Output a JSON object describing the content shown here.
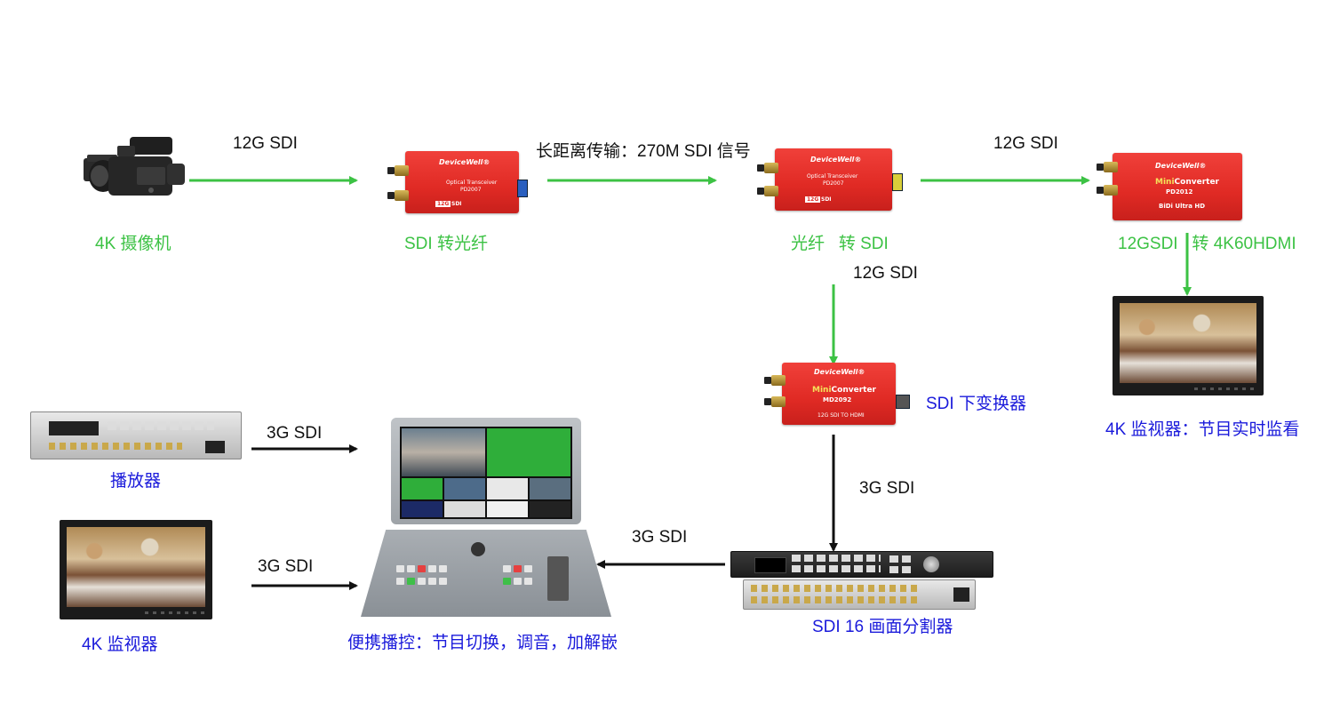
{
  "labels": {
    "top_sdi_1": "12G SDI",
    "top_long_distance": "长距离传输：270M SDI 信号",
    "top_sdi_3": "12G SDI",
    "camera": "4K 摄像机",
    "sdi_to_fiber": "SDI 转光纤",
    "fiber_to_sdi": "光纤   转 SDI",
    "fiber_out_sdi": "12G SDI",
    "bidi_converter": "12GSDI   转 4K60HDMI",
    "down_converter": "SDI 下变换器",
    "monitor_right": "4K 监视器：节目实时监看",
    "player": "播放器",
    "player_link": "3G SDI",
    "monitor_left_link": "3G SDI",
    "monitor_left": "4K 监视器",
    "switcher_in": "3G SDI",
    "switcher": "便携播控：节目切换，调音，加解嵌",
    "down_to_multiviewer": "3G SDI",
    "multiviewer": "SDI 16 画面分割器"
  },
  "device_text": {
    "brand": "DeviceWell®",
    "pd2007_title": "Optical Transceiver",
    "pd2007_model": "PD2007",
    "pd2007_badge": "12G",
    "pd2007_sdi": "SDI",
    "pd2012_title_a": "Mini",
    "pd2012_title_b": "Converter",
    "pd2012_model": "PD2012",
    "pd2012_sub": "BiDi  Ultra HD",
    "md2092_title_a": "Mini",
    "md2092_title_b": "Converter",
    "md2092_model": "MD2092",
    "md2092_sub": "12G SDI TO HDMI"
  },
  "colors": {
    "green": "#3cc244",
    "blue": "#1a1adb",
    "black": "#111111",
    "device_red": "#e02a24"
  }
}
